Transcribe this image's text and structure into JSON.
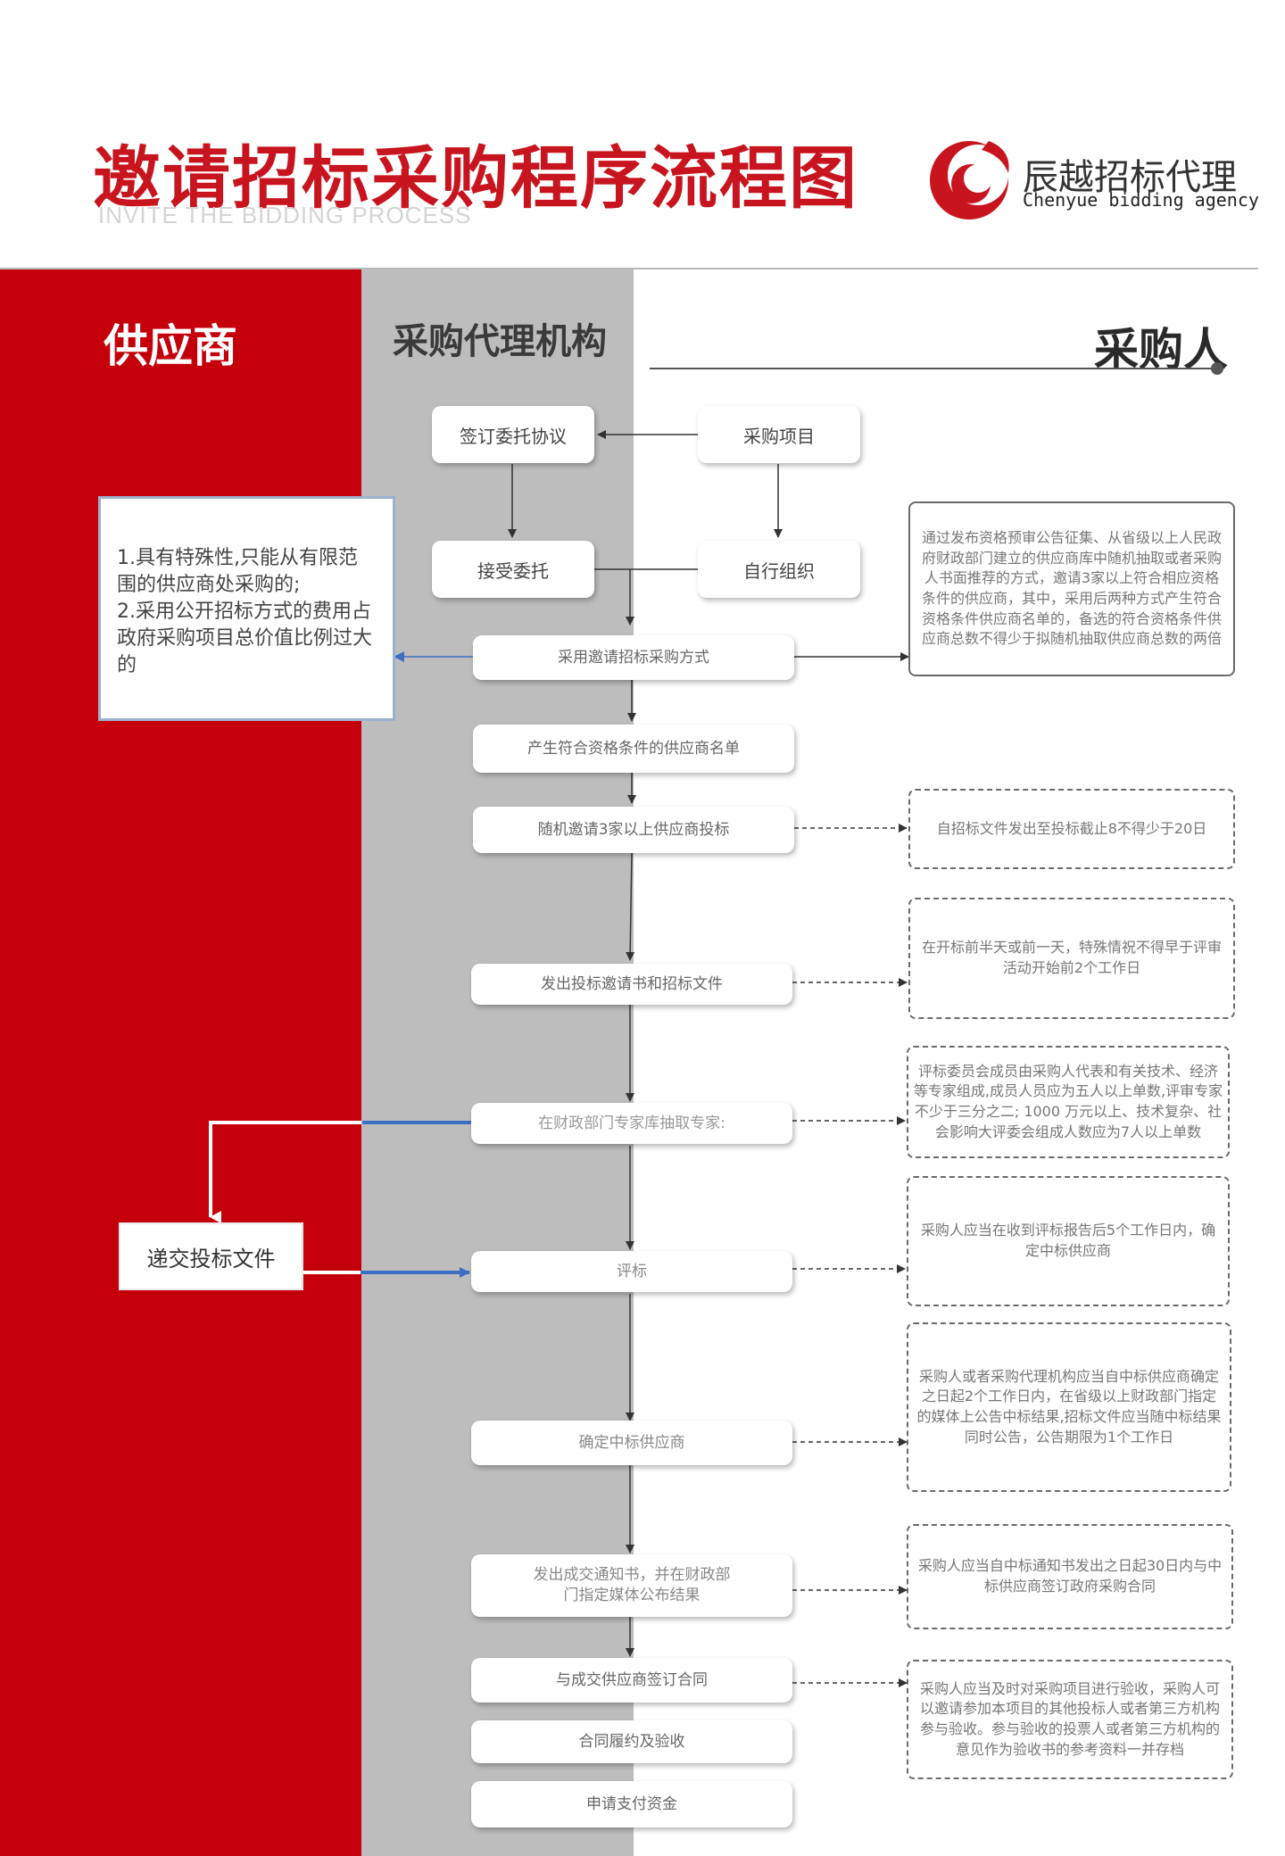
{
  "header": {
    "title": "邀请招标采购程序流程图",
    "subtitle": "INVITE THE BIDDING PROCESS",
    "logo_name": "辰越招标代理",
    "logo_en": "Chenyue bidding agency"
  },
  "lanes": {
    "supplier": "供应商",
    "agency": "采购代理机构",
    "purchaser": "采购人"
  },
  "steps": {
    "sign": "签订委托协议",
    "project": "采购项目",
    "accept": "接受委托",
    "self_org": "自行组织",
    "adopt": "采用邀请招标采购方式",
    "list": "产生符合资格条件的供应商名单",
    "invite": "随机邀请3家以上供应商投标",
    "issue": "发出投标邀请书和招标文件",
    "expert": "在财政部门专家库抽取专家:",
    "evaluate": "评标",
    "determine": "确定中标供应商",
    "notice_l1": "发出成交通知书，并在财政部",
    "notice_l2": "门指定媒体公布结果",
    "contract": "与成交供应商签订合同",
    "acceptance": "合同履约及验收",
    "payment": "申请支付资金"
  },
  "conditions": {
    "line1": "1.具有特殊性,只能从有限范围的供应商处采购的;",
    "line2": "2.采用公开招标方式的费用占政府采购项目总价值比例过大的"
  },
  "supplier_action": "递交投标文件",
  "notes": {
    "qualification": "通过发布资格预审公告征集、从省级以上人民政府财政部门建立的供应商库中随机抽取或者采购人书面推荐的方式，邀请3家以上符合相应资格条件的供应商，其中，采用后两种方式产生符合资格条件供应商名单的，备选的符合资格条件供应商总数不得少于拟随机抽取供应商总数的两倍",
    "deadline": "自招标文件发出至投标截止8不得少于20日",
    "expert_time": "在开标前半天或前一天，特殊情祝不得早于评审活动开始前2个工作日",
    "committee": "评标委员会成员由采购人代表和有关技术、经济等专家组成,成员人员应为五人以上单数,评审专家不少于三分之二; 1000 万元以上、技术复杂、社会影响大评委会组成人数应为7人以上单数",
    "determine_time": "采购人应当在收到评标报告后5个工作日内，确定中标供应商",
    "announce": "采购人或者采购代理机构应当自中标供应商确定之日起2个工作日内，在省级以上财政部门指定的媒体上公告中标结果,招标文件应当随中标结果同时公告，公告期限为1个工作日",
    "contract_time": "采购人应当自中标通知书发出之日起30日内与中标供应商签订政府采购合同",
    "acceptance_note": "采购人应当及时对采购项目进行验收，采购人可以邀请参加本项目的其他投标人或者第三方机构参与验收。参与验收的投票人或者第三方机构的意见作为验收书的参考资料一并存档"
  },
  "colors": {
    "brand_red": "#c8141e",
    "supplier_lane": "#c4000b",
    "agency_lane": "#bdbdbd",
    "connector_blue": "#3c6fc4"
  }
}
